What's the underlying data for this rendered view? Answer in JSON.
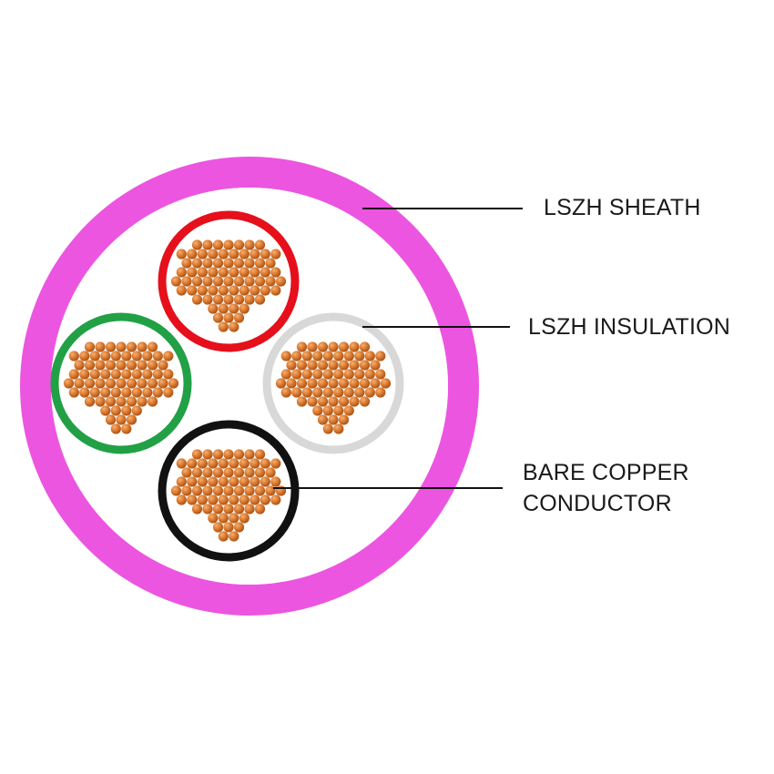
{
  "labels": {
    "sheath": "LSZH SHEATH",
    "insulation": "LSZH INSULATION",
    "conductor_line1": "BARE COPPER",
    "conductor_line2": "CONDUCTOR"
  },
  "colors": {
    "background": "#ffffff",
    "sheath": "#ec55e0",
    "filler": "#ffffff",
    "copper": "#d9782f",
    "copper_highlight": "#f5b070",
    "copper_shadow": "#a95214",
    "leader_line": "#111111",
    "text": "#1a1a1a"
  },
  "cores": [
    {
      "name": "red-core",
      "insulation_color": "#e5101b"
    },
    {
      "name": "green-core",
      "insulation_color": "#22a045"
    },
    {
      "name": "grey-core",
      "insulation_color": "#d8d8d8"
    },
    {
      "name": "black-core",
      "insulation_color": "#111111"
    }
  ]
}
